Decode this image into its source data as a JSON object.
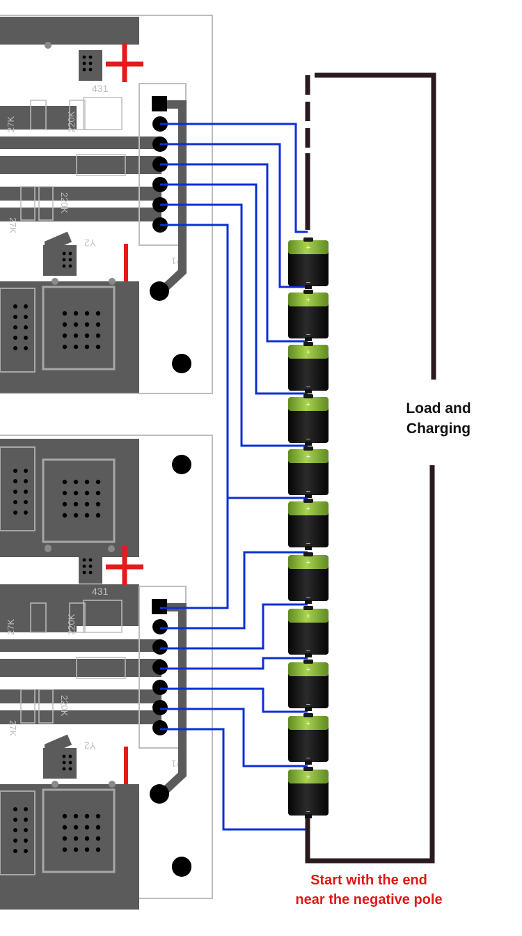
{
  "labels": {
    "load_line1": "Load and",
    "load_line2": "Charging",
    "note_line1": "Start with the end",
    "note_line2": "near the negative pole"
  },
  "silkscreen": {
    "ic_code": "431",
    "res_a": "27K",
    "res_b": "220K",
    "res_c": "27K",
    "res_d": "220K",
    "crystal": "Y2",
    "header": "P1"
  },
  "battery_marks": {
    "plus": "+",
    "minus": "−"
  },
  "colors": {
    "board_bg": "#ffffff",
    "copper": "#5b5b5b",
    "silkscreen": "#bdbdbd",
    "wire": "#0b2fd6",
    "load_line": "#2a1a1e",
    "positive": "#e31b1b",
    "battery_body": "#121212",
    "battery_cap": "#8dbb3a",
    "note": "#e01818"
  },
  "battery_count": 11
}
